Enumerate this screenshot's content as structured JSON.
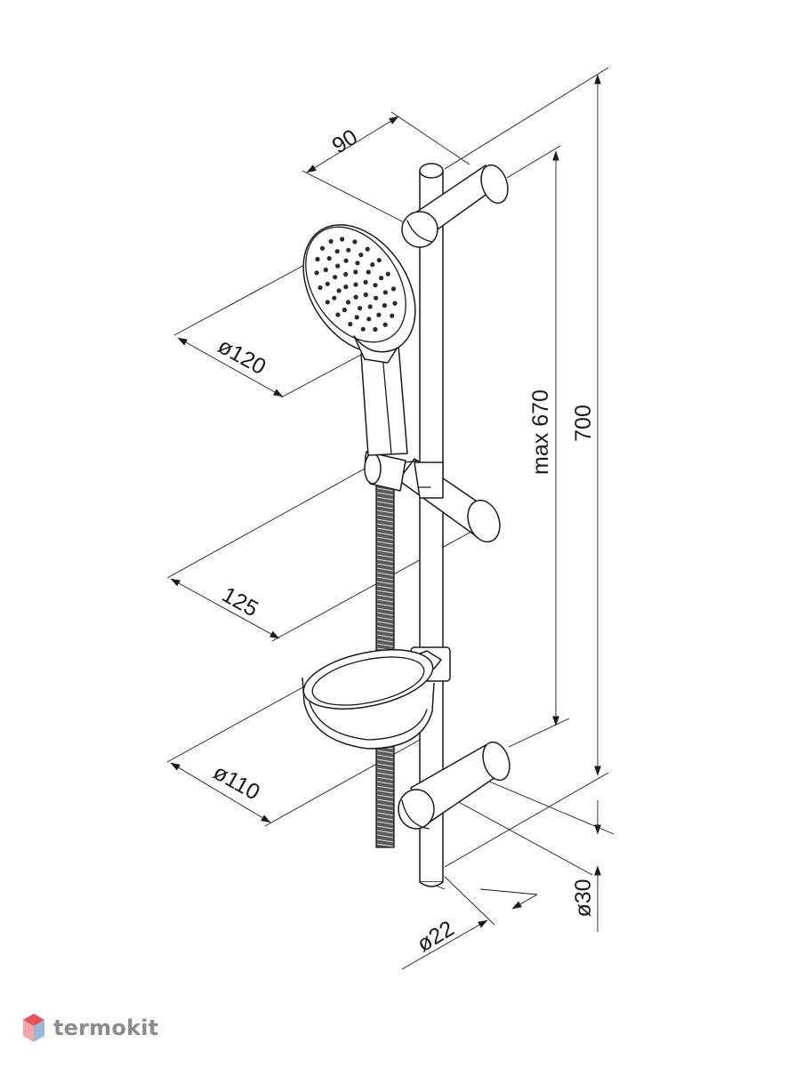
{
  "dimensions": {
    "hand_shower_offset": "90",
    "hand_shower_diameter": "ø120",
    "holder_offset": "125",
    "soap_dish_diameter": "ø110",
    "sliding_range": "max 670",
    "bar_length": "700",
    "bar_diameter": "ø22",
    "bracket_diameter": "ø30"
  },
  "brand": {
    "name": "termokit",
    "colors": {
      "top": "#e8505b",
      "left": "#f2a5ab",
      "right": "#9ab8d8"
    }
  }
}
